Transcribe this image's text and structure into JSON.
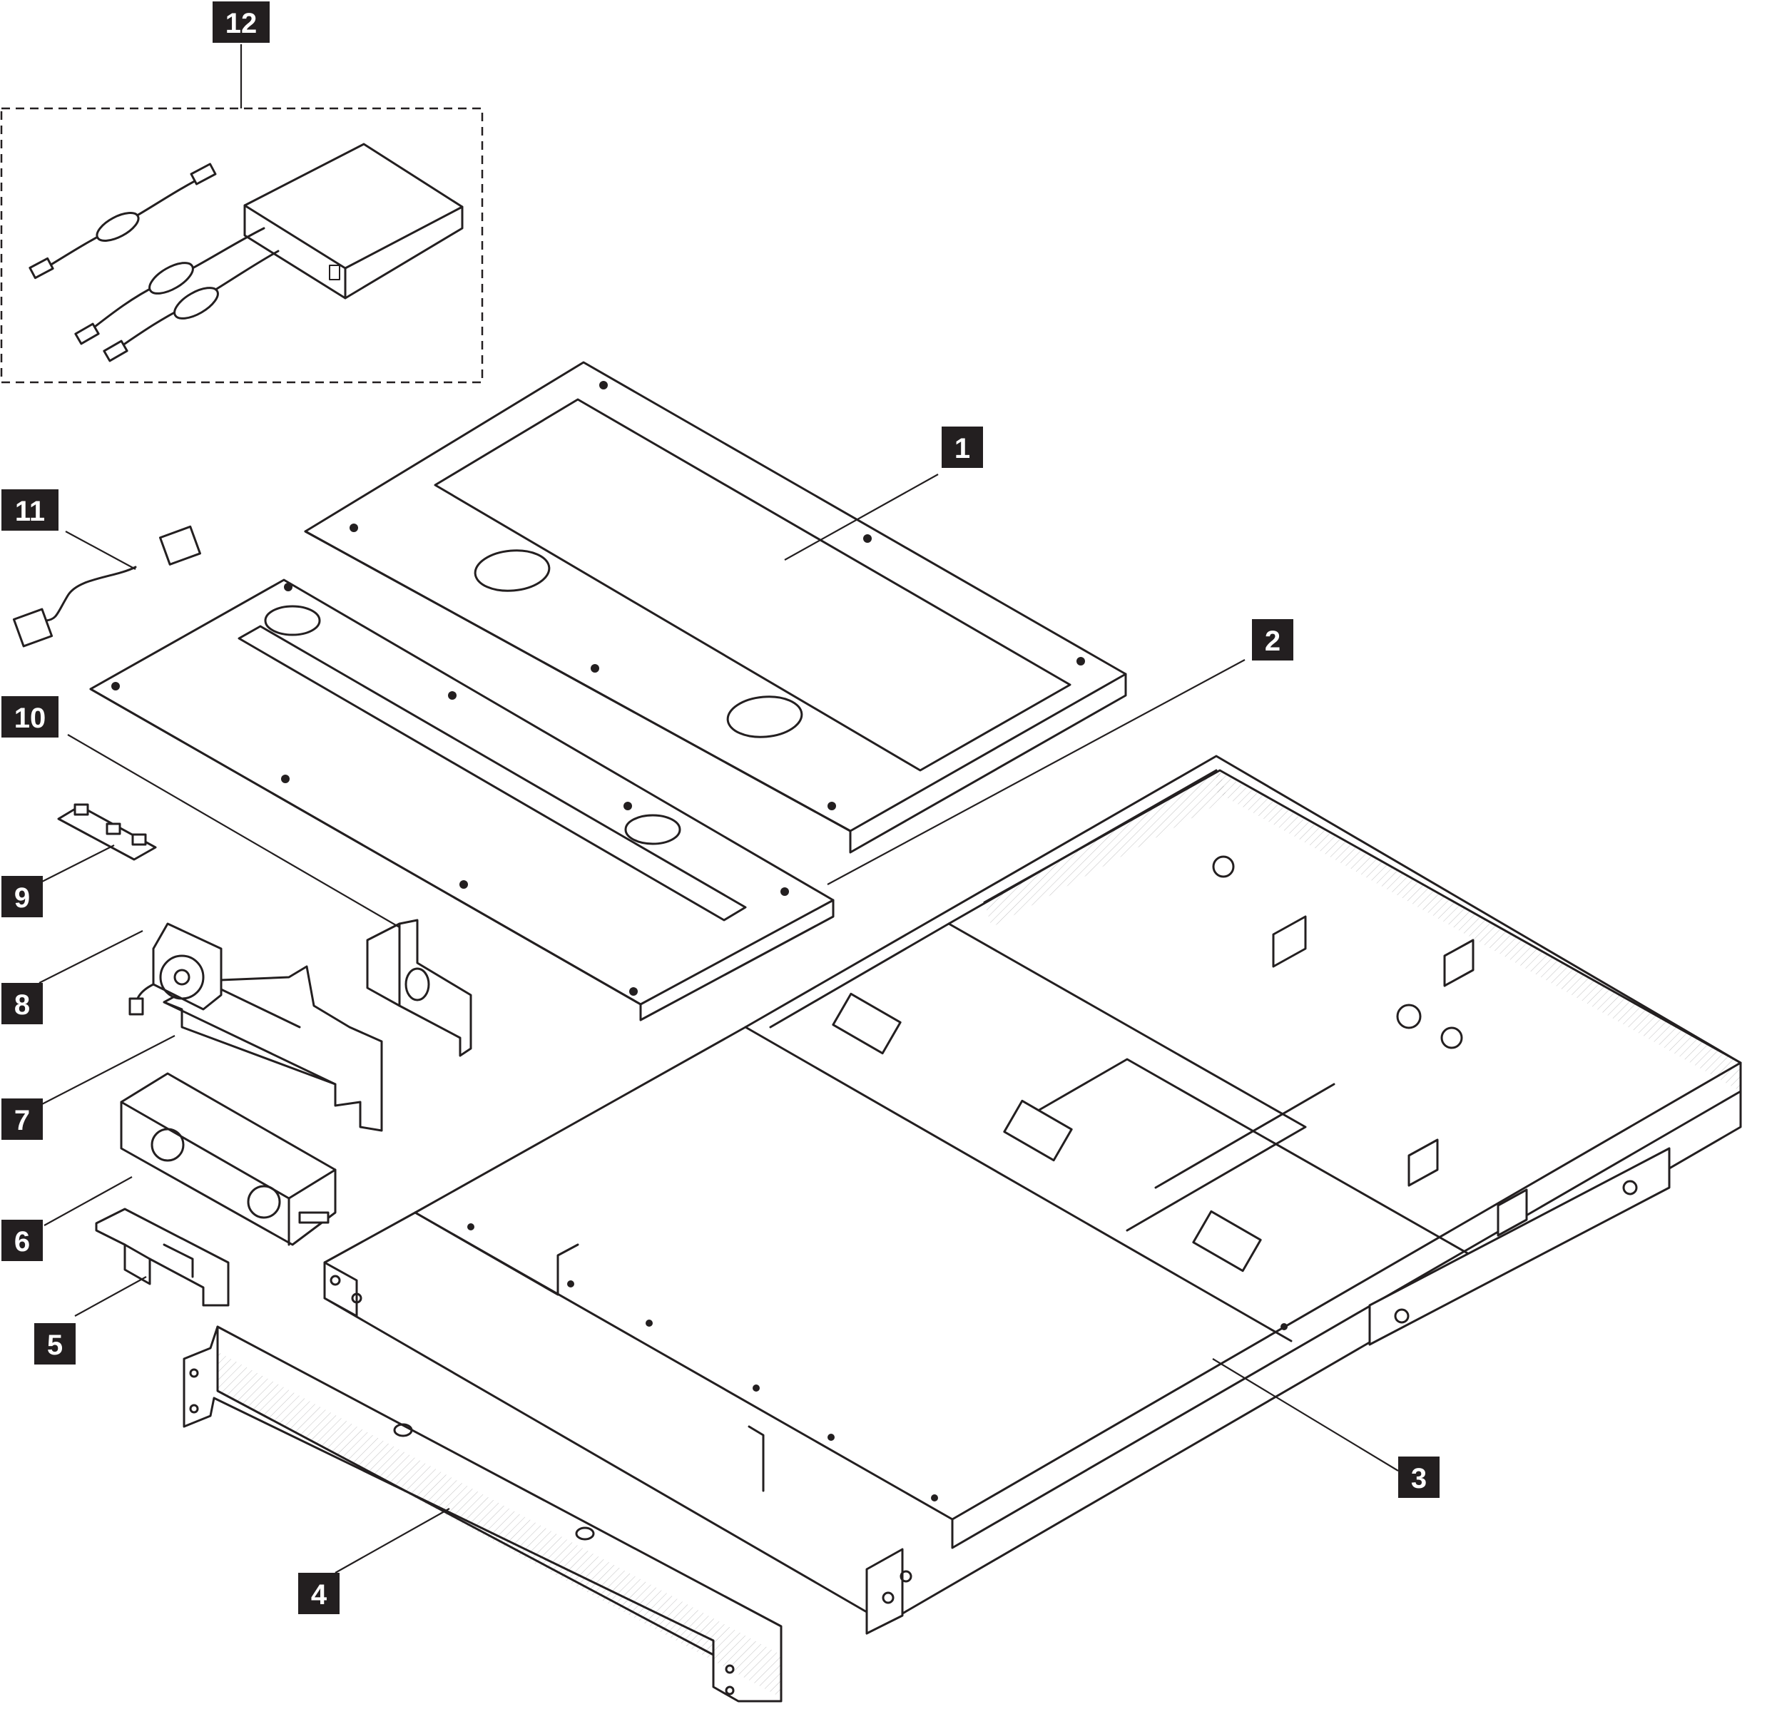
{
  "diagram": {
    "type": "exploded-parts-view",
    "callouts": [
      {
        "id": "1",
        "label": "1"
      },
      {
        "id": "2",
        "label": "2"
      },
      {
        "id": "3",
        "label": "3"
      },
      {
        "id": "4",
        "label": "4"
      },
      {
        "id": "5",
        "label": "5"
      },
      {
        "id": "6",
        "label": "6"
      },
      {
        "id": "7",
        "label": "7"
      },
      {
        "id": "8",
        "label": "8"
      },
      {
        "id": "9",
        "label": "9"
      },
      {
        "id": "10",
        "label": "10"
      },
      {
        "id": "11",
        "label": "11"
      },
      {
        "id": "12",
        "label": "12"
      }
    ],
    "colors": {
      "ink": "#231f20",
      "callout_bg": "#231f20",
      "callout_text": "#ffffff",
      "background": "#ffffff"
    }
  }
}
